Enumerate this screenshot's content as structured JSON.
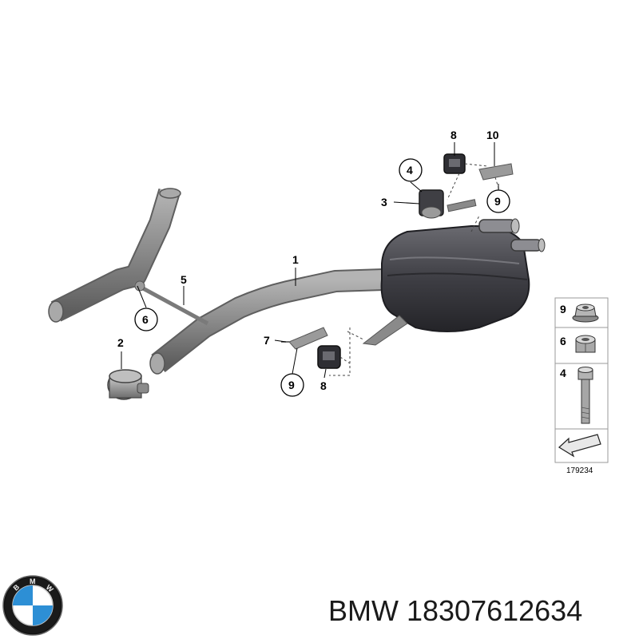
{
  "diagram": {
    "callouts": {
      "c1": "1",
      "c2": "2",
      "c3": "3",
      "c4": "4",
      "c5": "5",
      "c6": "6",
      "c7": "7",
      "c8_top": "8",
      "c8_bottom": "8",
      "c9_top": "9",
      "c9_bottom": "9",
      "c10": "10"
    },
    "legend": {
      "items": [
        {
          "number": "9",
          "icon": "flange-nut-icon"
        },
        {
          "number": "6",
          "icon": "hex-nut-icon"
        },
        {
          "number": "4",
          "icon": "bolt-icon"
        }
      ],
      "arrow_icon": "arrow-icon",
      "reference": "179234"
    }
  },
  "footer": {
    "logo_icon": "bmw-logo-icon",
    "caption": "BMW 18307612634"
  },
  "colors": {
    "pipe": "#8a8a8a",
    "muffler": "#3d3d42",
    "legend_bg": "#e6e6e6",
    "logo_blue": "#2d8fd5"
  }
}
